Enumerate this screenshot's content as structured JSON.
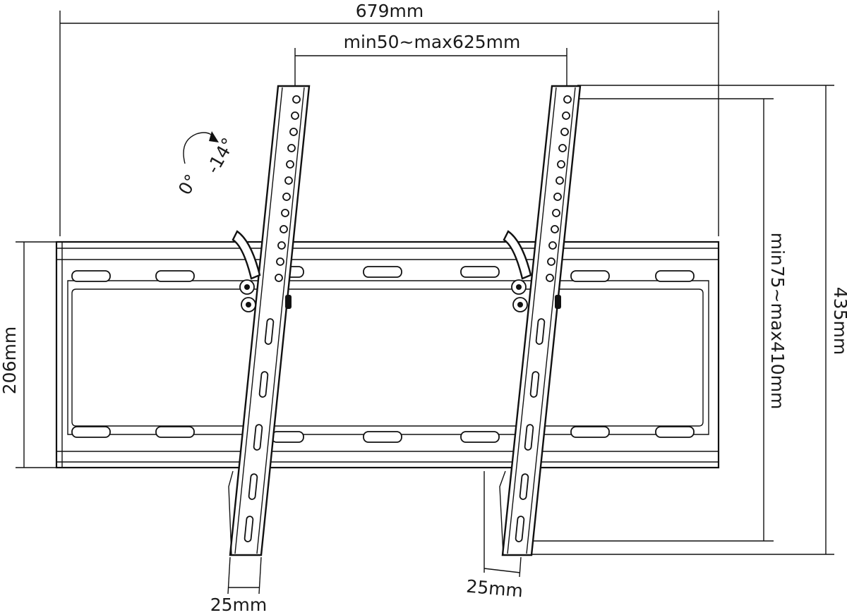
{
  "labels": {
    "overall_width": "679mm",
    "arm_spacing": "min50~max625mm",
    "plate_height": "206mm",
    "arm_height": "435mm",
    "vertical_spacing": "min75~max410mm",
    "arm_width_left": "25mm",
    "arm_width_right": "25mm",
    "tilt_start": "0°",
    "tilt_end": "-14°"
  },
  "colors": {
    "line": "#111111",
    "background": "#ffffff"
  }
}
